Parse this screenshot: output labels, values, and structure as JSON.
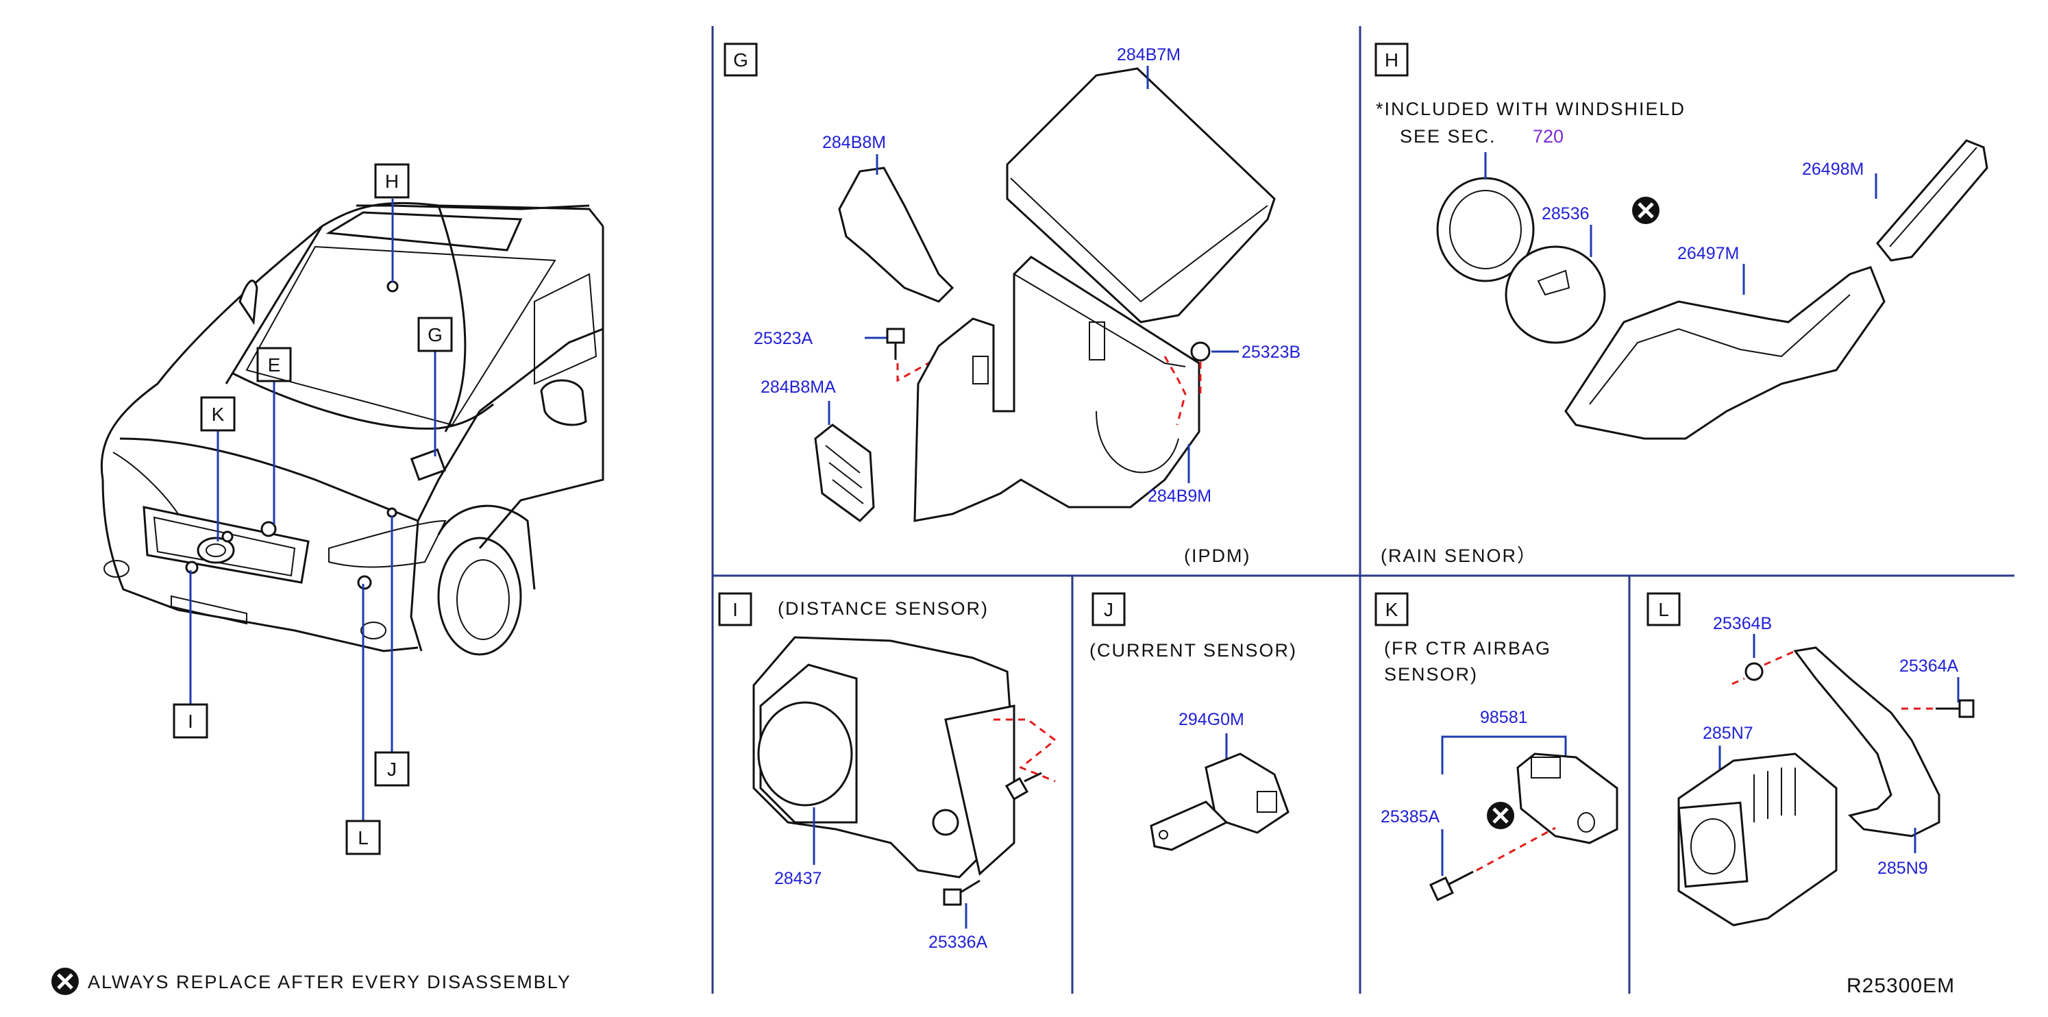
{
  "callouts": {
    "H": "H",
    "G": "G",
    "E": "E",
    "K": "K",
    "I": "I",
    "J": "J",
    "L": "L"
  },
  "panels": {
    "G": {
      "letter": "G",
      "caption": "(IPDM)",
      "parts": [
        "284B7M",
        "284B8M",
        "25323A",
        "284B8MA",
        "25323B",
        "284B9M"
      ]
    },
    "H": {
      "letter": "H",
      "note_line1": "*INCLUDED  WITH  WINDSHIELD",
      "note_line2": "SEE  SEC.",
      "sec_number": "720",
      "caption": "(RAIN  SENOR）",
      "parts": [
        "26498M",
        "28536",
        "26497M"
      ]
    },
    "I": {
      "letter": "I",
      "caption": "(DISTANCE  SENSOR)",
      "parts": [
        "28437",
        "25336A"
      ]
    },
    "J": {
      "letter": "J",
      "caption": "(CURRENT  SENSOR)",
      "parts": [
        "294G0M"
      ]
    },
    "K": {
      "letter": "K",
      "caption_line1": "(FR  CTR  AIRBAG",
      "caption_line2": "SENSOR)",
      "parts": [
        "98581",
        "25385A"
      ]
    },
    "L": {
      "letter": "L",
      "parts": [
        "25364B",
        "25364A",
        "285N7",
        "285N9"
      ]
    }
  },
  "legend": {
    "icon": "replace-always-icon",
    "text": "ALWAYS  REPLACE  AFTER  EVERY  DISASSEMBLY"
  },
  "diagram_code": "R25300EM",
  "colors": {
    "label": "#1f1fd6",
    "dash": "#e21b1b",
    "frame": "#2a3a8a",
    "sec_link": "#7a2bd6"
  }
}
